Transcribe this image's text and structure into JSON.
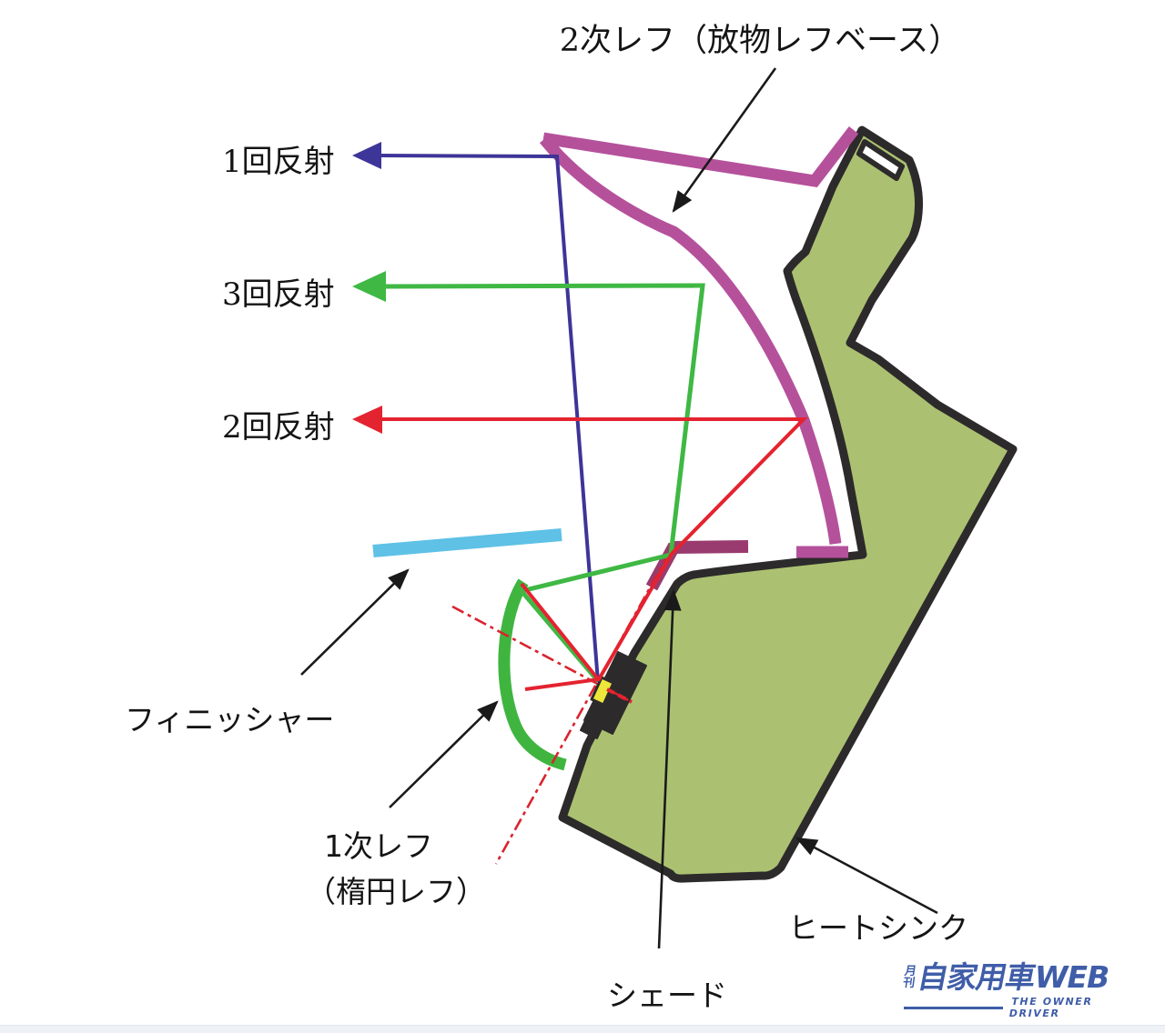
{
  "title": "2次レフ（放物レフベース）",
  "ray_labels": {
    "reflection1": "1回反射",
    "reflection3": "3回反射",
    "reflection2": "2回反射"
  },
  "part_labels": {
    "finisher": "フィニッシャー",
    "primary_reflector_line1": "1次レフ",
    "primary_reflector_line2": "（楕円レフ）",
    "shade": "シェード",
    "heatsink": "ヒートシンク"
  },
  "logo": {
    "prefix_top": "月",
    "prefix_bottom": "刊",
    "main": "自家用車WEB",
    "tagline": "THE OWNER DRIVER"
  },
  "colors": {
    "ray_blue": "#3d3598",
    "ray_green": "#3fb844",
    "ray_red": "#e42330",
    "axis_red": "#d9232e",
    "reflector_magenta": "#b5519b",
    "shade_magenta": "#993b6e",
    "primary_green": "#3fb540",
    "finisher_blue": "#5fc1e6",
    "heatsink_fill": "#abc171",
    "outline": "#2d2a2b",
    "led_yellow": "#ece73a",
    "logo_blue": "#3f5da8"
  }
}
